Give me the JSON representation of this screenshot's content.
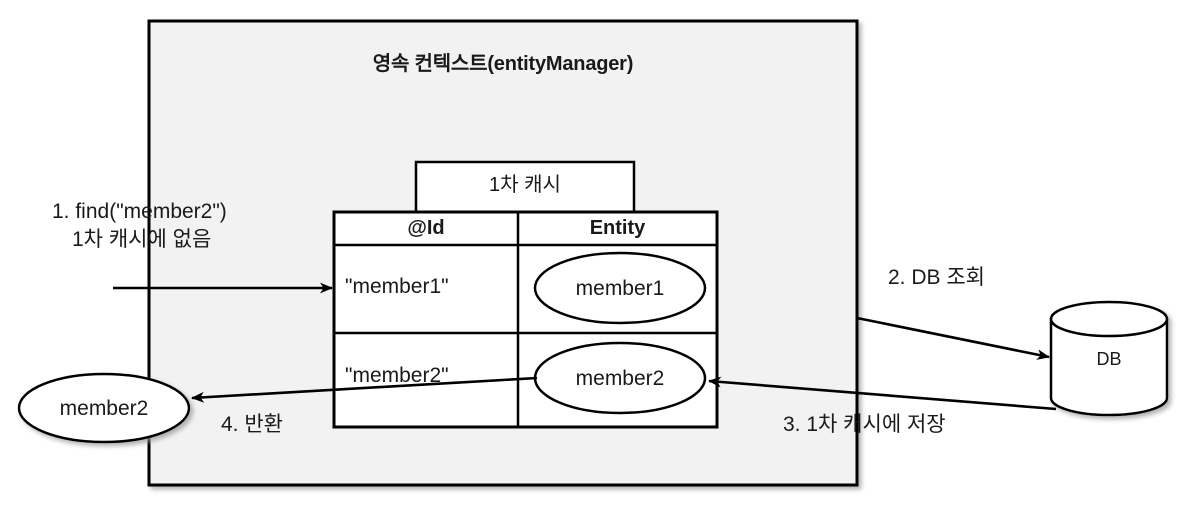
{
  "diagram": {
    "type": "jpa-persistence-context-first-level-cache",
    "container": {
      "title": "영속 컨텍스트(entityManager)",
      "fill": "#f2f2f2",
      "stroke": "#000000"
    },
    "cache_box": {
      "title": "1차 캐시"
    },
    "cache_table": {
      "headers": [
        "@Id",
        "Entity"
      ],
      "rows": [
        {
          "id": "\"member1\"",
          "entity": "member1"
        },
        {
          "id": "\"member2\"",
          "entity": "member2"
        }
      ]
    },
    "database": {
      "label": "DB"
    },
    "returned_entity": {
      "label": "member2"
    },
    "steps": [
      {
        "n": "1",
        "line1": "1. find(\"member2\")",
        "line2": "1차 캐시에 없음"
      },
      {
        "n": "2",
        "line1": "2. DB 조회"
      },
      {
        "n": "3",
        "line1": "3. 1차 캐시에 저장"
      },
      {
        "n": "4",
        "line1": "4. 반환"
      }
    ]
  }
}
